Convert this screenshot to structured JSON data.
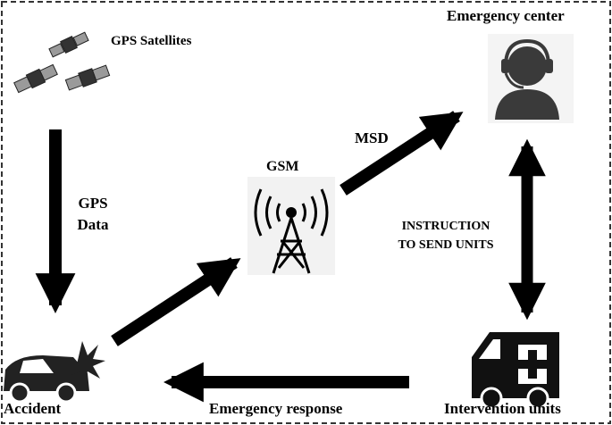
{
  "nodes": {
    "gps_satellites": {
      "label": "GPS Satellites",
      "icon": "satellites-icon"
    },
    "emergency_center": {
      "label": "Emergency center",
      "icon": "operator-headset-icon"
    },
    "gsm": {
      "label": "GSM",
      "icon": "cell-tower-icon"
    },
    "accident": {
      "label": "Accident",
      "icon": "crashed-car-icon"
    },
    "intervention_units": {
      "label": "Intervention units",
      "icon": "ambulance-icon"
    }
  },
  "edges": {
    "gps_data": {
      "line1": "GPS",
      "line2": "Data"
    },
    "msd": {
      "label": "MSD"
    },
    "instruction": {
      "line1": "INSTRUCTION",
      "line2": "TO SEND UNITS"
    },
    "emergency_response": {
      "label": "Emergency response"
    }
  },
  "colors": {
    "ink": "#000000",
    "icon_dark": "#2b2b2b",
    "border": "#333333"
  }
}
